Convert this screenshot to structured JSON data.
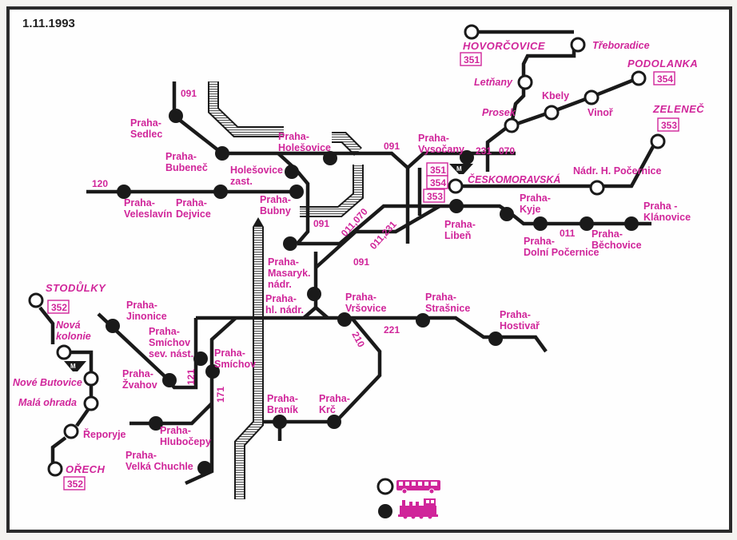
{
  "map": {
    "date": "1.11.1993",
    "colors": {
      "label": "#d0259a",
      "track": "#1a1a1a",
      "paper": "#fefefe"
    },
    "legend": [
      {
        "symbol": "open-circle",
        "meaning": "bus",
        "icon": "bus-icon"
      },
      {
        "symbol": "filled-circle",
        "meaning": "train",
        "icon": "locomotive-icon"
      }
    ],
    "metro_icon": "metro-m-icon",
    "line_numbers": {
      "l091_sedlec": "091",
      "l120": "120",
      "l091_holesovice": "091",
      "l091_bubny": "091",
      "l011_070": "011,070",
      "l011_231": "011,231",
      "l091_masaryk": "091",
      "l231": "231",
      "l070": "070",
      "l011": "011",
      "l221": "221",
      "l210": "210",
      "l121": "121",
      "l171": "171"
    },
    "bus_boxes": {
      "hovorcovice": "351",
      "podolanka": "354",
      "zelenec": "353",
      "cm_351": "351",
      "cm_354": "354",
      "cm_353": "353",
      "stodulky": "352",
      "orech": "352"
    },
    "stations": {
      "sedlec": [
        "Praha-",
        "Sedlec"
      ],
      "bubenec": [
        "Praha-",
        "Bubeneč"
      ],
      "holesovice": [
        "Praha-",
        "Holešovice"
      ],
      "holesovice_zast": [
        "Holešovice",
        "zast."
      ],
      "veleslavin": [
        "Praha-",
        "Veleslavín"
      ],
      "dejvice": [
        "Praha-",
        "Dejvice"
      ],
      "bubny": [
        "Praha-",
        "Bubny"
      ],
      "masaryk": [
        "Praha-",
        "Masaryk.",
        "nádr."
      ],
      "hl_nadr": [
        "Praha-",
        "hl. nádr."
      ],
      "vysocany": [
        "Praha-",
        "Vysočany"
      ],
      "liben": [
        "Praha-",
        "Libeň"
      ],
      "kyje": [
        "Praha-",
        "Kyje"
      ],
      "dolni_pocernice": [
        "Praha-",
        "Dolní Počernice"
      ],
      "bechovice": [
        "Praha-",
        "Běchovice"
      ],
      "klanovice": [
        "Praha -",
        "Klánovice"
      ],
      "vrsovice": [
        "Praha-",
        "Vršovice"
      ],
      "strasnice": [
        "Praha-",
        "Strašnice"
      ],
      "hostivar": [
        "Praha-",
        "Hostivař"
      ],
      "branik": [
        "Praha-",
        "Braník"
      ],
      "krc": [
        "Praha-",
        "Krč"
      ],
      "jinonice": [
        "Praha-",
        "Jinonice"
      ],
      "smichov_sev": [
        "Praha-",
        "Smíchov",
        "sev. nást."
      ],
      "smichov": [
        "Praha-",
        "Smíchov"
      ],
      "zvahov": [
        "Praha-",
        "Žvahov"
      ],
      "hlubocepy": [
        "Praha-",
        "Hlubočepy"
      ],
      "velka_chuchle": [
        "Praha-",
        "Velká Chuchle"
      ]
    },
    "bus_stops": {
      "hovorcovice": "HOVORČOVICE",
      "treboradice": "Třeboradice",
      "letnany": "Letňany",
      "kbely": "Kbely",
      "prosek": "Prosek",
      "vinor": "Vinoř",
      "podolanka": "PODOLANKA",
      "zelenec": "ZELENEČ",
      "ceskomoravska": "ČESKOMORAVSKÁ",
      "nadr_pocernice": "Nádr. H. Počernice",
      "stodulky": "STODŮLKY",
      "nova_kolonie": [
        "Nová",
        "kolonie"
      ],
      "nove_butovice": "Nové Butovice",
      "mala_ohrada": "Malá ohrada",
      "reporyje": "Řeporyje",
      "orech": "OŘECH"
    }
  }
}
